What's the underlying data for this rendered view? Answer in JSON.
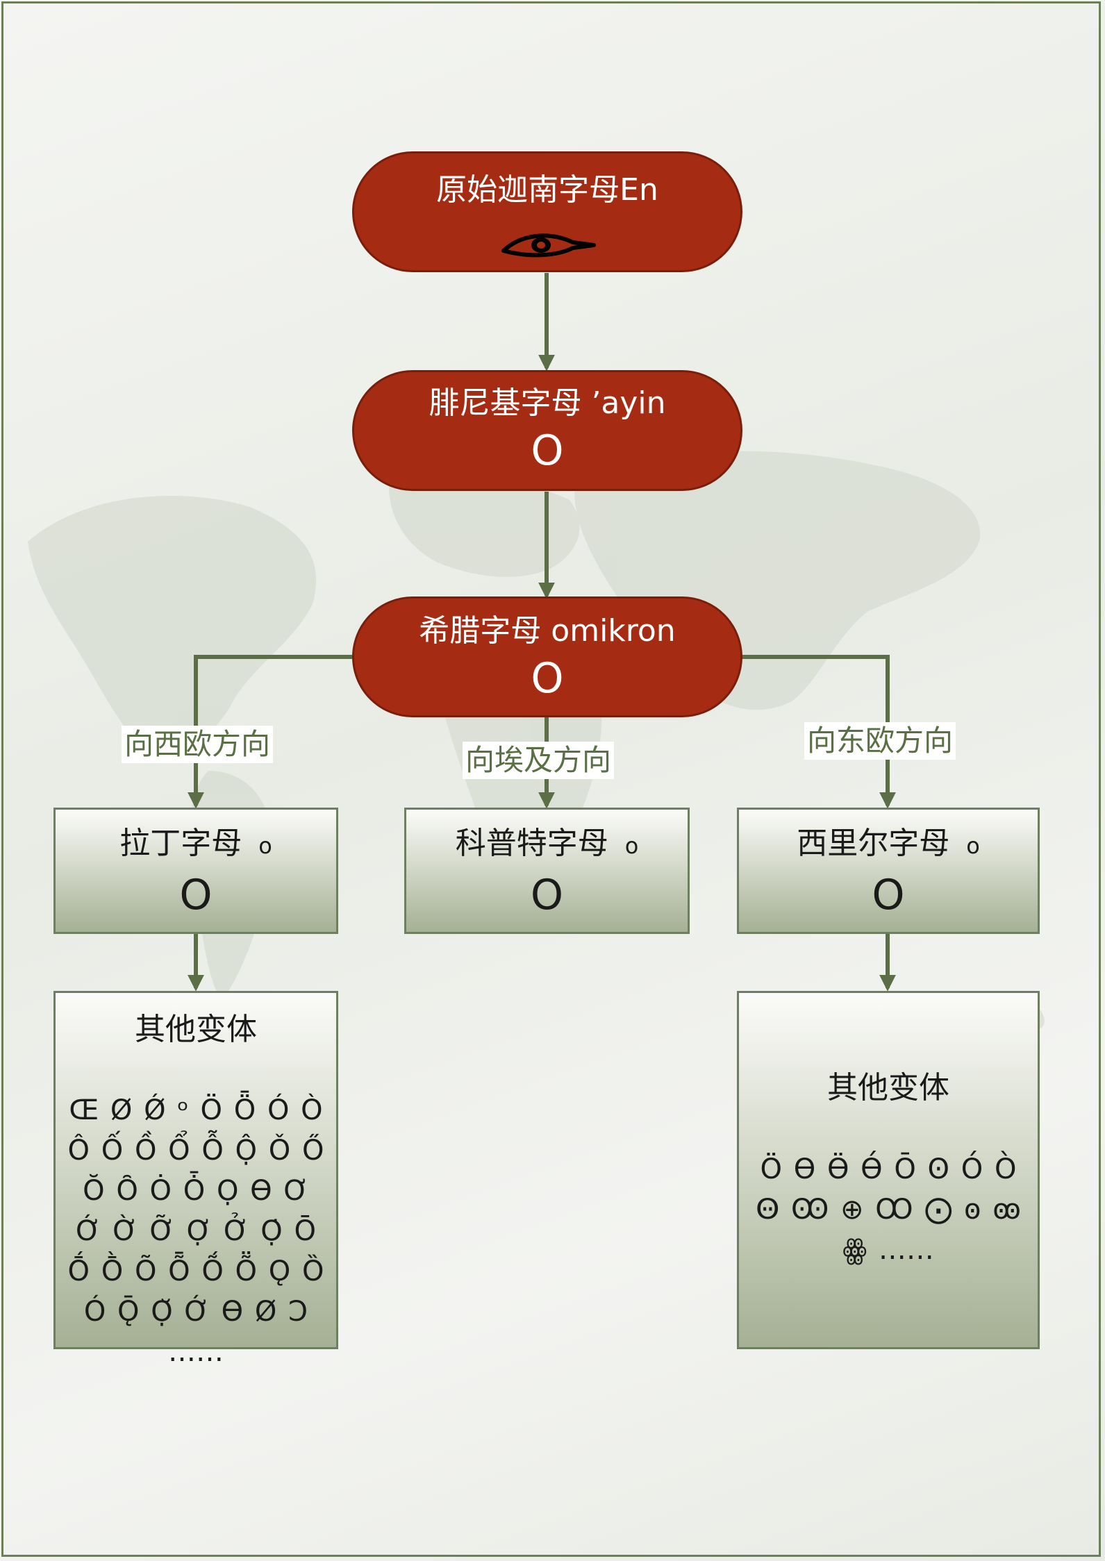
{
  "nodes": {
    "proto": {
      "title": "原始迦南字母En",
      "glyph": "eye-pictograph"
    },
    "phoenician": {
      "title": "腓尼基字母 ʼayin",
      "glyph": "O"
    },
    "greek": {
      "title": "希腊字母 omikron",
      "glyph": "O"
    },
    "latin": {
      "title": "拉丁字母",
      "small": "o",
      "glyph": "O"
    },
    "coptic": {
      "title": "科普特字母",
      "small": "o",
      "glyph": "O"
    },
    "cyrillic": {
      "title": "西里尔字母",
      "small": "o",
      "glyph": "O"
    },
    "latin_variants": {
      "title": "其他变体",
      "chars": "Œ Ø Ǿ ᵒ Ö Ȫ Ó Ò Ô Ố Ồ Ổ Ỗ Ộ Ǒ Ő Ŏ Ȏ Ȯ Ȱ Ọ Ɵ Ơ Ớ Ờ Ỡ Ợ Ở Ọ̇ Ō Ṓ Ṑ Õ Ȭ Ṍ Ṏ Ǫ Ȍ Ó Ǭ Ọ̆ Ớ Ɵ Ø Ɔ ……"
    },
    "cyrillic_variants": {
      "title": "其他变体",
      "chars": "Ӧ Ө Ӫ Ө́ О̄ Ꙩ О́ О̀ Ꙫ Ꙭ ⊕ Ꚙ ⨀ ꙩ ꙭ ꙮ ……"
    }
  },
  "edges": {
    "west": "向西欧方向",
    "egypt": "向埃及方向",
    "east": "向东欧方向"
  },
  "colors": {
    "pill_fill": "#a52c13",
    "connector": "#5c6e45",
    "edge_label": "#5a7044"
  }
}
